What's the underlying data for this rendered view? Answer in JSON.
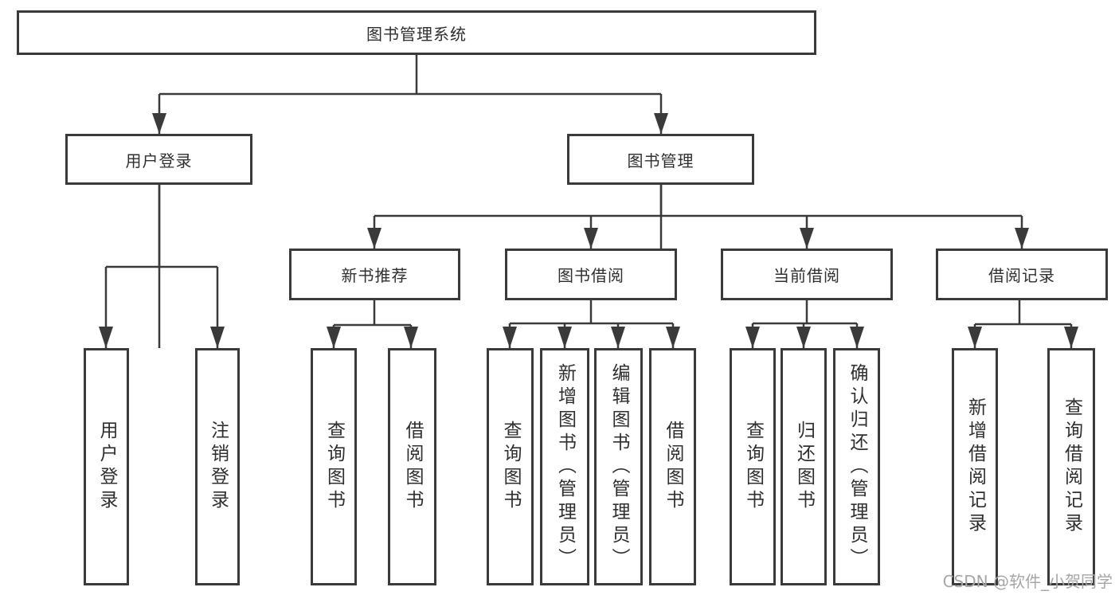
{
  "diagram": {
    "root": {
      "label": "图书管理系统"
    },
    "level2": [
      {
        "label": "用户登录"
      },
      {
        "label": "图书管理"
      }
    ],
    "level3": [
      {
        "label": "新书推荐"
      },
      {
        "label": "图书借阅"
      },
      {
        "label": "当前借阅"
      },
      {
        "label": "借阅记录"
      }
    ],
    "leaves": [
      {
        "label": "用户登录"
      },
      {
        "label": "注销登录"
      },
      {
        "label": "查询图书"
      },
      {
        "label": "借阅图书"
      },
      {
        "label": "查询图书"
      },
      {
        "label": "新增图书（管理员）"
      },
      {
        "label": "编辑图书（管理员）"
      },
      {
        "label": "借阅图书"
      },
      {
        "label": "查询图书"
      },
      {
        "label": "归还图书"
      },
      {
        "label": "确认归还（管理员）"
      },
      {
        "label": "新增借阅记录"
      },
      {
        "label": "查询借阅记录"
      }
    ],
    "watermark": "CSDN @软件_小贺同学",
    "colors": {
      "line": "#3a3a3a",
      "box_border": "#3a3a3a",
      "text": "#2f2f2f",
      "watermark": "#a6a6a6",
      "background": "#ffffff"
    }
  }
}
